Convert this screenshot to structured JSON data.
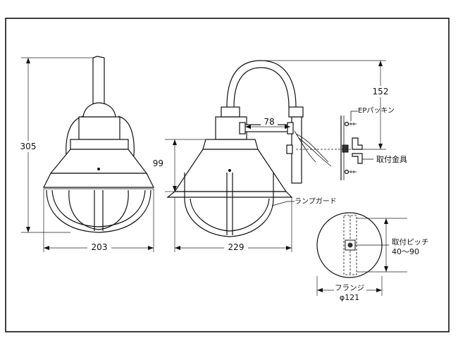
{
  "dimensions": {
    "height_total": "305",
    "width_front": "203",
    "width_side": "229",
    "arm_reach": "152",
    "offset_78": "78",
    "lamp_height": "99"
  },
  "labels": {
    "ep_packing": "EPパッキン",
    "mount_bracket": "取付金具",
    "lamp_guard": "ランプガード",
    "mount_pitch": "取付ピッチ",
    "mount_pitch_range": "40～90",
    "flange": "フランジ",
    "flange_dia": "φ121"
  }
}
